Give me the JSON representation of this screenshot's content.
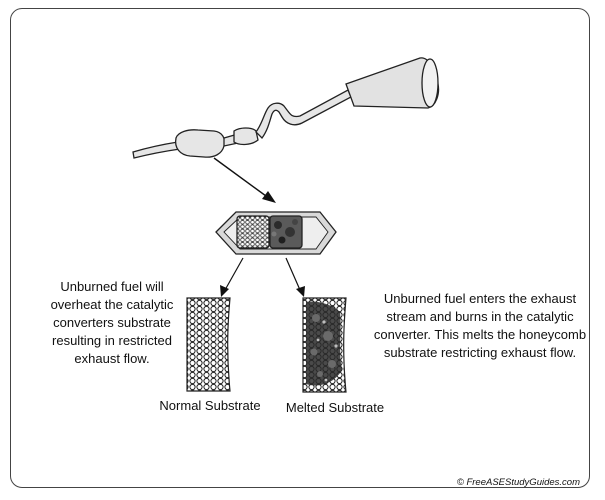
{
  "diagram": {
    "left_caption": [
      "Unburned fuel will",
      "overheat the catalytic",
      "converters substrate",
      "resulting in restricted",
      "exhaust flow."
    ],
    "right_caption": [
      "Unburned fuel enters the exhaust",
      "stream and burns in the catalytic",
      "converter. This melts the honeycomb",
      "substrate restricting exhaust flow."
    ],
    "normal_label": "Normal Substrate",
    "melted_label": "Melted Substrate",
    "copyright": "© FreeASEStudyGuides.com"
  },
  "colors": {
    "outline": "#222222",
    "converter_fill": "#d9d9d9",
    "pipe_fill": "#e0e0e0",
    "melted_dark": "#2a2a2a"
  }
}
